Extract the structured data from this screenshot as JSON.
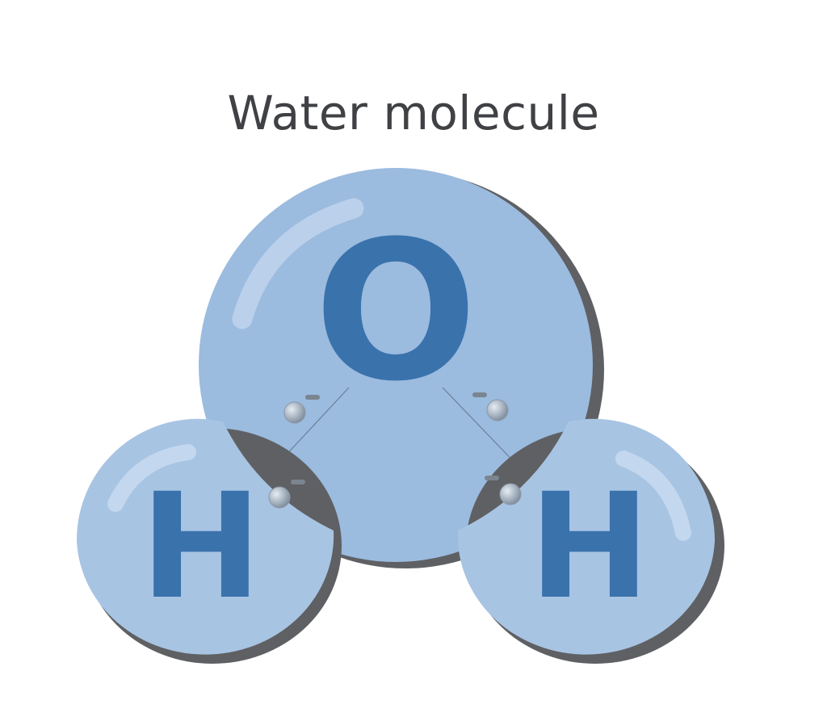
{
  "title": "Water molecule",
  "atoms": {
    "oxygen": {
      "symbol": "O"
    },
    "hydrogen_left": {
      "symbol": "H"
    },
    "hydrogen_right": {
      "symbol": "H"
    }
  },
  "charges": {
    "electron_sign": "–"
  },
  "colors": {
    "title": "#3f4144",
    "oxygen_fill": "#9bbbdf",
    "hydrogen_fill": "#a8c4e3",
    "shadow": "#5f6063",
    "atom_symbol": "#3a72ac",
    "highlight": "#c8dcf0",
    "electron": "#a9b6c4"
  }
}
